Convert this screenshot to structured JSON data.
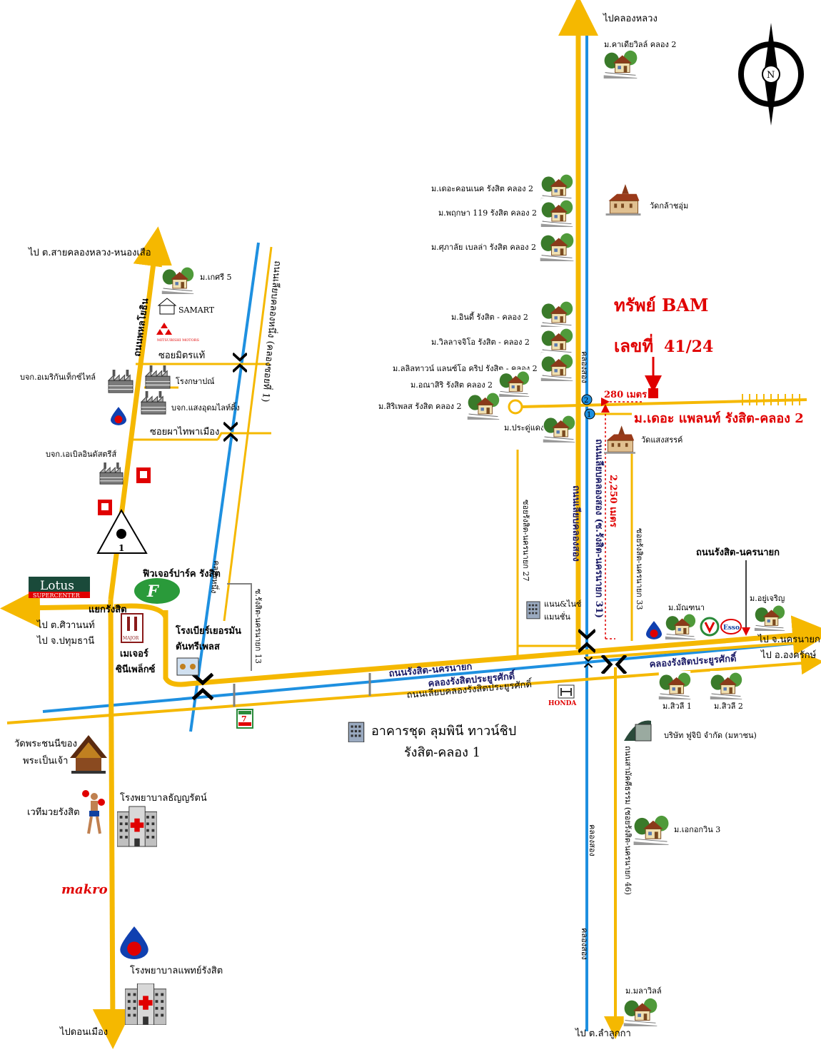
{
  "colors": {
    "road": "#F5B800",
    "canal": "#1E90E0",
    "target": "#E00000",
    "gray_road": "#808080"
  },
  "directions": {
    "to_khlong_luang_top": "ไปคลองหลวง",
    "to_khlong_luang_left": "ไป ต.สายคลองหลวง-หนองเสือ",
    "to_future_left": "ไป ต.ศิวานนท์",
    "to_pathum_thani": "ไป จ.ปทุมธานี",
    "to_don_mueang": "ไปดอนเมือง",
    "to_lam_luk_ka": "ไป ต.ลำลูกกา",
    "to_nakhon_nayok": "ไป จ.นครนายก",
    "to_ongkharak": "ไป อ.องครักษ์"
  },
  "target": {
    "title": "ทรัพย์ BAM",
    "number_prefix": "เลขที่",
    "number": "41/24",
    "project": "ม.เดอะ แพลนท์ รังสิต-คลอง 2",
    "distance_short": "280 เมตร",
    "distance_long": "2,250 เมตร"
  },
  "roads": {
    "phahonyothin": "ถนนพหลโยธิน",
    "rangsit_nakhonnayok": "ถนนรังสิต-นครนายก",
    "rangsit_nakhonnayok_label": "ถนนรังสิต-นครนายก",
    "canal_rangsit": "คลองรังสิตประยูรศักดิ์",
    "canal_rangsit_right": "คลองรังสิตประยูรศักดิ์",
    "canal_side_road": "ถนนเลียบคลองรังสิตประยูรศักดิ์",
    "khlong1_side_road": "ถนนเลียบคลองหนึ่ง (คลองซอยที่ 1)",
    "khlong2_road": "ถนนเลียบคลองสอง (ซ.รังสิต-นครนายก 31)",
    "khlong2_road_b": "ถนนเลียบคลองสอง",
    "soi27": "ซอยรังสิต-นครนายก 27",
    "soi33": "ซอยรังสิต-นครนายก 33",
    "soi13": "ซ.รังสิต-นครนายก 13",
    "soi46": "ถนนสามัคคีธรรม (ซอยรังสิต-นครนายก 46)",
    "khlong1": "คลองหนึ่ง",
    "khlong2_a": "คลองสอง",
    "khlong2_b": "คลองสอง",
    "khlong2_c": "คลองสอง",
    "khlong2_d": "คลองสอง",
    "soi_mit": "ซอยมิตรแท้",
    "soi_phai": "ซอยผาไทพาเมือง",
    "rangsit_junction": "แยกรังสิต",
    "road_name_callout": "ถนนรังสิต-นครนายก"
  },
  "landmarks_left": {
    "ketsri": "ม.เกศรี 5",
    "samart": "SAMART",
    "mitsu": "MITSUBISHI MOTORS",
    "american": "บจก.อเมริกันเท็กซ์ไทล์",
    "kraft": "โรงกษาปณ์",
    "lighting": "บจก.แสงอุดมไลท์ติ้ง",
    "able": "บจก.เอเบิลอินดัสตรีส์",
    "future": "ฟิวเจอร์ปาร์ค รังสิต",
    "lotus": "Lotus",
    "lotus_sub": "SUPERCENTER",
    "major1": "เมเจอร์",
    "major2": "ซินีเพล็กซ์",
    "major_logo": "MAJOR",
    "brewery1": "โรงเบียร์เยอรมัน",
    "brewery2": "ตันทรีเพลส",
    "temple_pra1": "วัดพระชนนีของ",
    "temple_pra2": "พระเป็นเจ้า",
    "hosp_thanya": "โรงพยาบาลธัญญรัตน์",
    "boxing": "เวทีมวยรังสิต",
    "makro": "makro",
    "hosp_paet": "โรงพยาบาลแพทย์รังสิต",
    "monument_no": "1",
    "seven": "7"
  },
  "landmarks_right": {
    "cadia": "ม.คาเดียวิลล์ คลอง 2",
    "connect": "ม.เดอะคอนเนค รังสิต คลอง 2",
    "pruksa": "ม.พฤกษา 119 รังสิต คลอง 2",
    "supalai": "ม.ศุภาลัย เบลล่า รังสิต คลอง 2",
    "wat_lam": "วัดกล้าชอุ่ม",
    "indy": "ม.อินดี้ รังสิต - คลอง 2",
    "villagio": "ม.วิลลาจจิโอ รังสิต - คลอง 2",
    "lalin": "ม.ลลิลทาวน์ แลนซ์โอ คริป รังสิต - คลอง 2",
    "anasiri": "ม.อณาสิริ รังสิต คลอง 2",
    "siriplace": "ม.สิริเพลส รังสิต คลอง 2",
    "pradu": "ม.ประดู่แดง",
    "wat_saeng": "วัดแสงสรรค์",
    "nan_ni": "แนน&ไนซ์",
    "mansion": "แมนชั่น",
    "manchana": "ม.มัณฑนา",
    "yuchareon": "ม.อยู่เจริญ",
    "honda": "HONDA",
    "sivali1": "ม.สิวลี 1",
    "sivali2": "ม.สิวลี 2",
    "fujibi": "บริษัท ฟูจิบิ จำกัด (มหาชน)",
    "condo1": "อาคารชุด ลุมพินี ทาวน์ชิป",
    "condo2": "รังสิต-คลอง 1",
    "akarin": "ม.เอกอกวิน 3",
    "malaville": "ม.มลาวิลล์",
    "esso": "Esso"
  },
  "compass": {
    "north": "N"
  },
  "markers": {
    "one": "1",
    "two": "2"
  }
}
